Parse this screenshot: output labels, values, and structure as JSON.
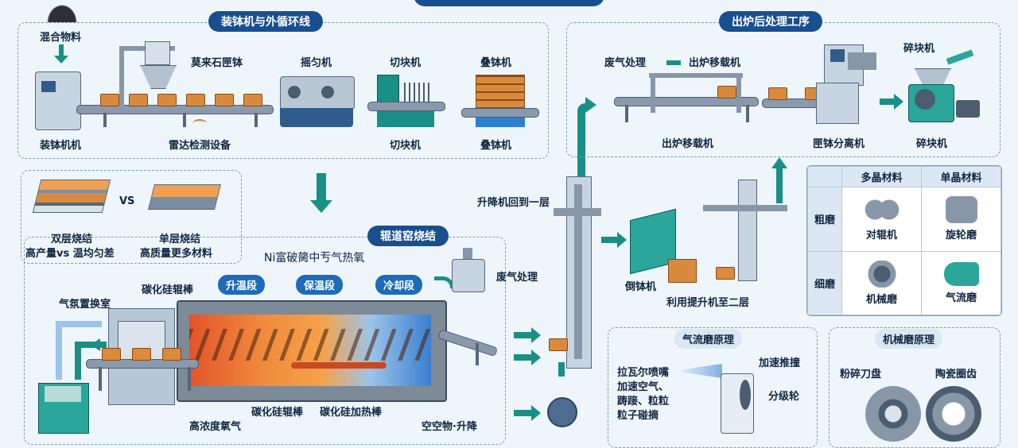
{
  "sections": {
    "loading": "装钵机与外循环线",
    "post": "出炉后处理工序",
    "kiln": "辊道窑烧结",
    "jet": "气流磨原理",
    "mech": "机械磨原理"
  },
  "loading": {
    "mix": "混合物料",
    "mullite": "莫来石匣钵",
    "shaker": "摇匀机",
    "cutter_top": "切块机",
    "stacker_top": "叠钵机",
    "loader": "装钵机机",
    "radar": "雷达检测设备",
    "cutter": "切块机",
    "stacker": "叠钵机"
  },
  "compare": {
    "vs": "VS",
    "double_title": "双层烧结",
    "double_sub": "高产量vs 温均匀差",
    "single_title": "单层烧结",
    "single_sub": "高质量更多材料"
  },
  "kiln": {
    "gas_note": "Ni富破膐中亐气热氧",
    "heat": "升温段",
    "hold": "保温段",
    "cool": "冷却段",
    "exhaust": "废气处理",
    "atmos": "气氛置换室",
    "roller_top": "碳化硅辊棒",
    "roller": "碳化硅辊棒",
    "heater": "碳化硅加热棒",
    "high_o2": "高浓度氧气",
    "air_lift": "空空物·升降"
  },
  "lift": {
    "back": "升降机回到一层",
    "dump": "倒钵机",
    "second": "利用提升机至二层"
  },
  "post": {
    "waste": "废气处理",
    "out_top": "出炉移载机",
    "out": "出炉移载机",
    "separator": "匣钵分离机",
    "crusher_top": "碎块机",
    "crusher": "碎块机"
  },
  "table": {
    "col1": "多晶材料",
    "col2": "单晶材料",
    "row1": "粗磨",
    "row2": "细磨",
    "c11": "对辊机",
    "c12": "旋轮磨",
    "c21": "机械磨",
    "c22": "气流磨"
  },
  "jet": {
    "nozzle": "拉瓦尔喷嘴",
    "acc": "加速空气、",
    "acc2": "踌踥、粒粒",
    "acc3": "粒子碰摘",
    "hit": "加速推撞",
    "cls": "分级轮"
  },
  "mech": {
    "disc": "粉碎刀盘",
    "ring": "陶瓷圈齿"
  },
  "colors": {
    "accent": "#1a4f8f",
    "teal": "#1a8f86",
    "hot": "#e4542a",
    "cool": "#3a7fd0"
  }
}
